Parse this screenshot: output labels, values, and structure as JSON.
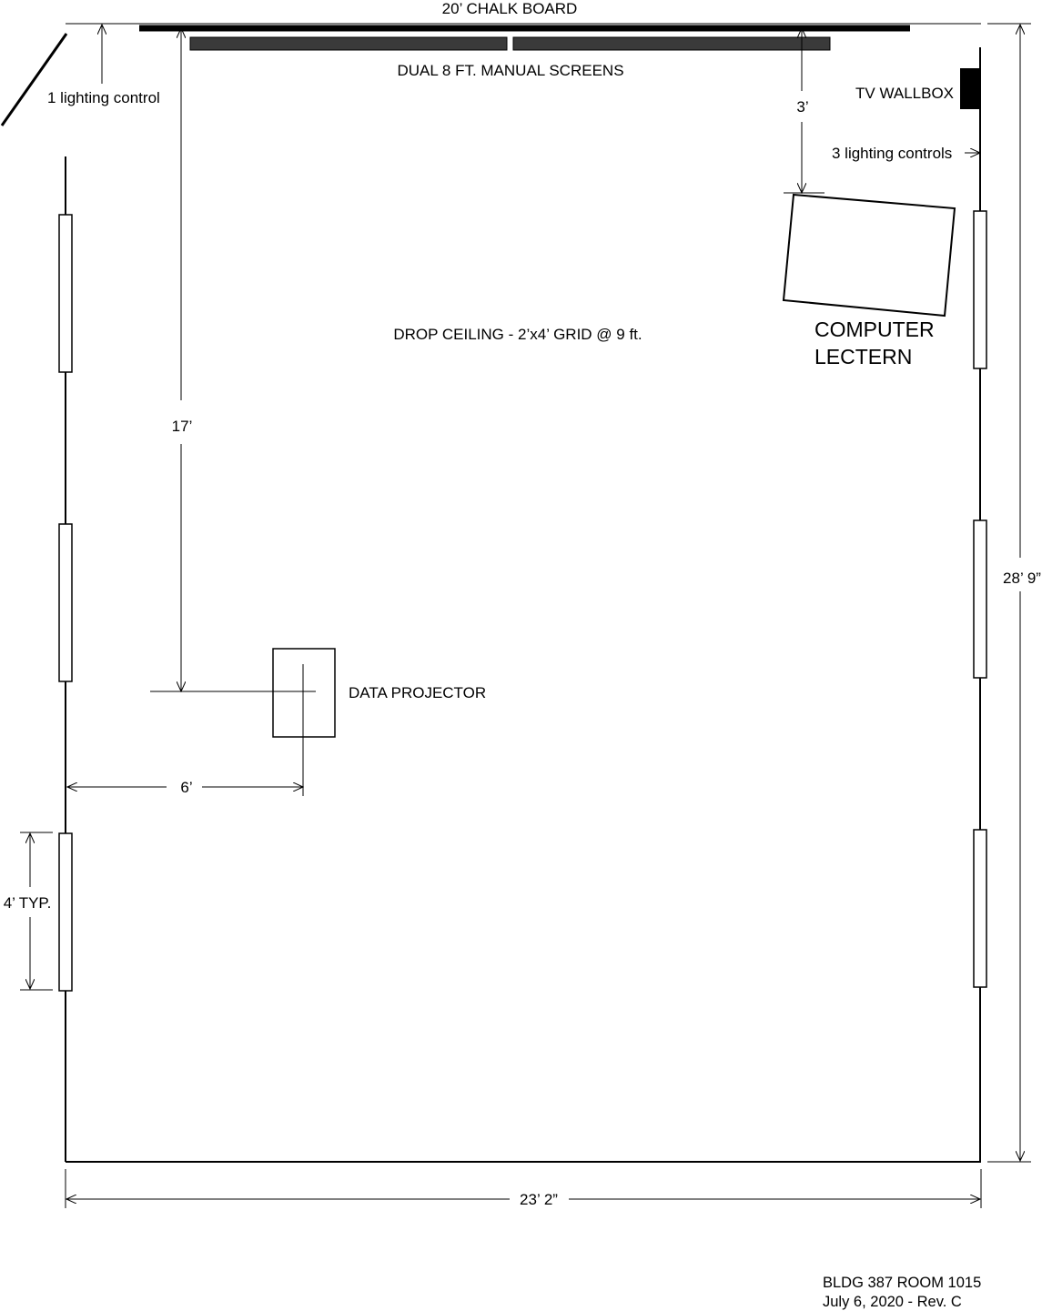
{
  "plan": {
    "labels": {
      "chalk_board": "20’ CHALK BOARD",
      "screens": "DUAL 8 FT. MANUAL SCREENS",
      "lighting_left": "1 lighting control",
      "tv_wallbox": "TV WALLBOX",
      "dim_lectern_offset": "3’",
      "lighting_right": "3 lighting controls",
      "lectern_line1": "COMPUTER",
      "lectern_line2": "LECTERN",
      "ceiling": "DROP CEILING - 2’x4’ GRID @ 9 ft.",
      "dim_17": "17’",
      "dim_length": "28’ 9”",
      "projector": "DATA PROJECTOR",
      "dim_6": "6’",
      "dim_window": "4’ TYP.",
      "dim_width": "23’ 2”"
    },
    "title_block": {
      "line1": "BLDG 387 ROOM 1015",
      "line2": "July 6, 2020 - Rev. C"
    },
    "colors": {
      "ink": "#000000",
      "screen_fill": "#3a3a3a",
      "background": "#ffffff"
    }
  }
}
